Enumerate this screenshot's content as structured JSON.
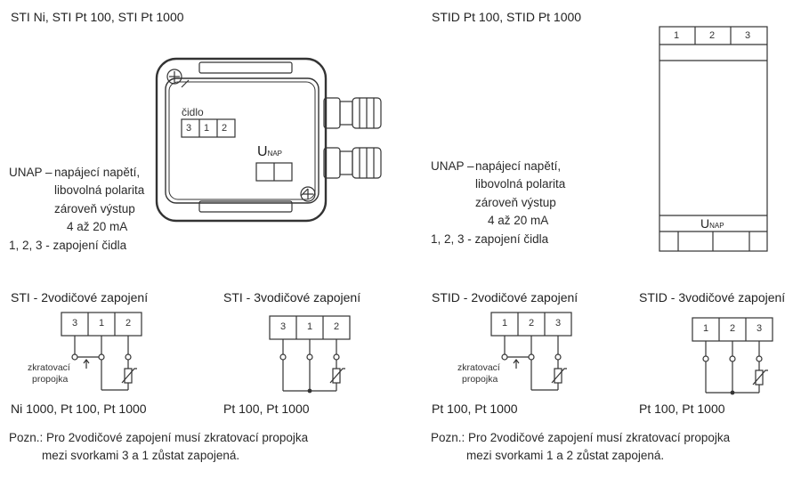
{
  "left": {
    "title": "STI Ni, STI Pt 100, STI Pt 1000",
    "sensor_label": "čidlo",
    "sensor_terminals": [
      "3",
      "1",
      "2"
    ],
    "unap_big": "U",
    "unap_sub": "NAP",
    "legend": {
      "key": "UNAP –",
      "lines": [
        "napájecí napětí,",
        "libovolná polarita",
        "zároveň výstup",
        "4 až 20 mA"
      ],
      "terminals": "1, 2, 3 - zapojení čidla"
    },
    "wiring_2": {
      "title": "STI - 2vodičové zapojení",
      "terminals": [
        "3",
        "1",
        "2"
      ],
      "bridge_label_1": "zkratovací",
      "bridge_label_2": "propojka",
      "sensors": "Ni 1000, Pt 100, Pt 1000"
    },
    "wiring_3": {
      "title": "STI - 3vodičové zapojení",
      "terminals": [
        "3",
        "1",
        "2"
      ],
      "sensors": "Pt 100, Pt 1000"
    },
    "note_1": "Pozn.: Pro 2vodičové zapojení musí zkratovací propojka",
    "note_2": "mezi svorkami 3 a 1 zůstat zapojená."
  },
  "right": {
    "title": "STID Pt 100, STID Pt 1000",
    "module_terminals": [
      "1",
      "2",
      "3"
    ],
    "unap_big": "U",
    "unap_sub": "NAP",
    "legend": {
      "key": "UNAP –",
      "lines": [
        "napájecí napětí,",
        "libovolná polarita",
        "zároveň výstup",
        "4 až 20 mA"
      ],
      "terminals": "1, 2, 3 - zapojení čidla"
    },
    "wiring_2": {
      "title": "STID - 2vodičové zapojení",
      "terminals": [
        "1",
        "2",
        "3"
      ],
      "bridge_label_1": "zkratovací",
      "bridge_label_2": "propojka",
      "sensors": "Pt 100, Pt 1000"
    },
    "wiring_3": {
      "title": "STID - 3vodičové zapojení",
      "terminals": [
        "1",
        "2",
        "3"
      ],
      "sensors": "Pt 100, Pt 1000"
    },
    "note_1": "Pozn.: Pro 2vodičové zapojení musí zkratovací propojka",
    "note_2": "mezi svorkami 1 a 2 zůstat zapojená."
  }
}
